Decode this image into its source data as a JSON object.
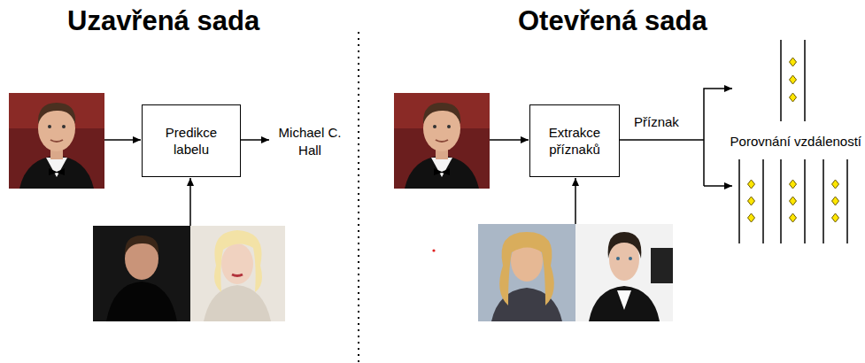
{
  "diagram": {
    "nodes": [
      {
        "text": [
          "Predikce labelu"
        ]
      },
      {
        "text": [
          "Extrakce příznaků"
        ]
      }
    ],
    "labels": [
      "Uzavřená sada",
      "Otevřená sada",
      "Michael C. Hall",
      "Příznak",
      "Porovnání vzdáleností"
    ]
  }
}
